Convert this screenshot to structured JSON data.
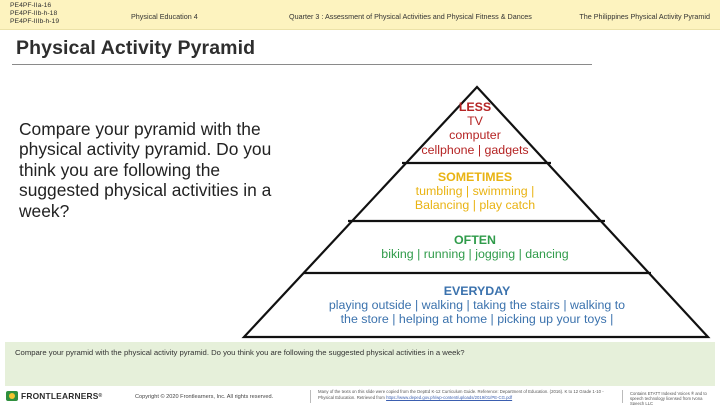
{
  "header": {
    "competency_codes": [
      "PE4PF-IIa-16",
      "PE4PF-IIb-h-18",
      "PE4PF-IIIb-h-19"
    ],
    "subject": "Physical Education 4",
    "quarter": "Quarter 3 : Assessment of Physical Activities and Physical Fitness & Dances",
    "topic": "The Philippines Physical Activity Pyramid"
  },
  "slide": {
    "title": "Physical Activity Pyramid",
    "question": "Compare your pyramid with the physical activity pyramid. Do you think you are following the suggested physical activities in a week?"
  },
  "pyramid": {
    "tiers": [
      {
        "heading": "LESS",
        "lines": [
          "TV",
          "computer",
          "cellphone | gadgets"
        ],
        "color": "#b52424"
      },
      {
        "heading": "SOMETIMES",
        "lines": [
          "tumbling | swimming |",
          "Balancing | play catch"
        ],
        "color": "#e9b312"
      },
      {
        "heading": "OFTEN",
        "lines": [
          "biking | running | jogging | dancing"
        ],
        "color": "#2f9b4a"
      },
      {
        "heading": "EVERYDAY",
        "lines": [
          "playing outside | walking | taking the stairs | walking to",
          "the store | helping at home | picking up your toys |"
        ],
        "color": "#3b72ad"
      }
    ],
    "outline_color": "#111111"
  },
  "caption": {
    "text": "Compare your pyramid with the physical activity pyramid. Do you think you are following the suggested physical activities in a week?"
  },
  "footer": {
    "brand": "FRONTLEARNERS",
    "registered": "®",
    "copyright": "Copyright © 2020 Frontlearners, Inc. All rights reserved.",
    "credits_text": "Many of the texts on this slide were copied from the DepEd K-12 Curriculum Guide. Reference: Department of Education. (2016). K to 12 Grade 1-10 - Physical Education. Retrieved from",
    "credits_link": "https://www.deped.gov.ph/wp-content/uploads/2019/01/PE-CG.pdf",
    "right_note": "Contains ETATT Indexed Voices ® and to speech technology licensed from Ivona Speech LLC"
  },
  "colors": {
    "header_band": "#fdf3bf",
    "caption_band": "#e6f0da",
    "brand_green": "#2f8f3e"
  }
}
